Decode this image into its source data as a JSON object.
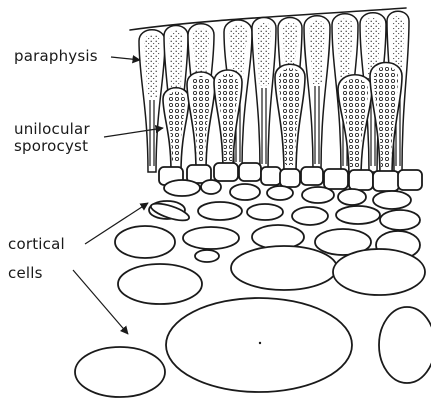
{
  "labels": {
    "paraphysis": "paraphysis",
    "unilocular_line1": "unilocular",
    "unilocular_line2": "sporocyst",
    "cortical_line1": "cortical",
    "cortical_line2": "cells"
  }
}
